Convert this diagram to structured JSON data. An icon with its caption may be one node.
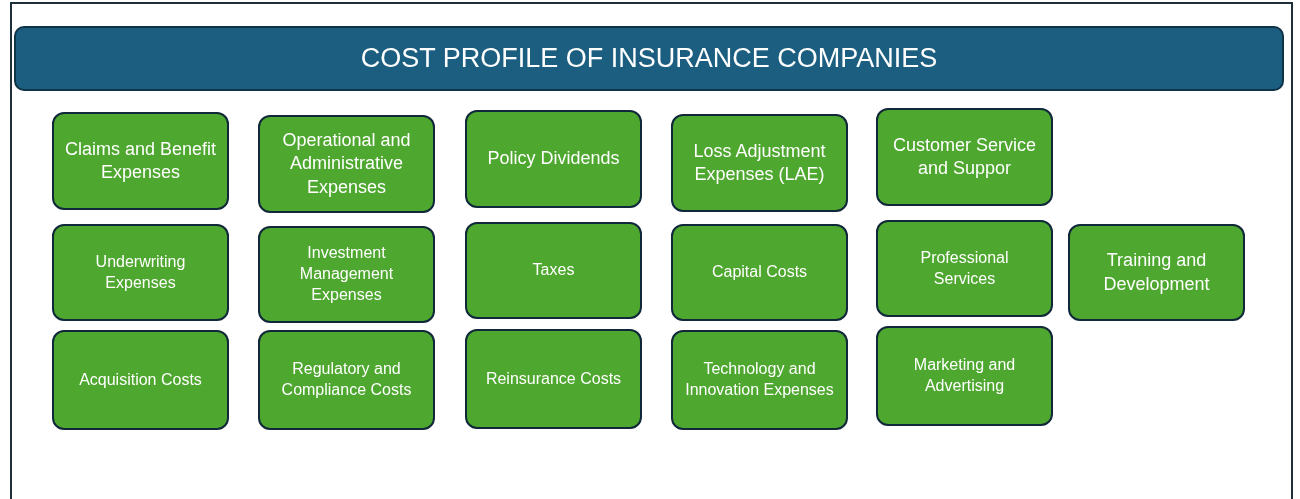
{
  "diagram": {
    "title": "COST PROFILE OF INSURANCE COMPANIES",
    "nodes": [
      {
        "text": [
          "Claims and Benefit Expenses"
        ]
      },
      {
        "text": [
          "Operational and Administrative Expenses"
        ]
      },
      {
        "text": [
          "Policy Dividends"
        ]
      },
      {
        "text": [
          "Loss Adjustment Expenses (LAE)"
        ]
      },
      {
        "text": [
          "Customer Service and Suppor"
        ]
      },
      {
        "text": [
          "Underwriting Expenses"
        ]
      },
      {
        "text": [
          "Investment Management Expenses"
        ]
      },
      {
        "text": [
          "Taxes"
        ]
      },
      {
        "text": [
          "Capital Costs"
        ]
      },
      {
        "text": [
          "Professional Services"
        ]
      },
      {
        "text": [
          "Training and Development"
        ]
      },
      {
        "text": [
          "Acquisition Costs"
        ]
      },
      {
        "text": [
          "Regulatory and Compliance Costs"
        ]
      },
      {
        "text": [
          "Reinsurance Costs"
        ]
      },
      {
        "text": [
          "Technology and Innovation Expenses"
        ]
      },
      {
        "text": [
          "Marketing and Advertising"
        ]
      }
    ],
    "edges": []
  }
}
